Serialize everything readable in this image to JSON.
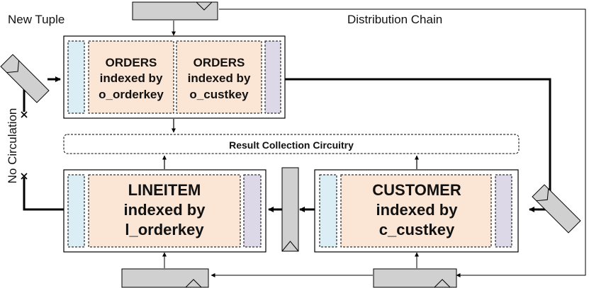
{
  "labels": {
    "new_tuple": "New Tuple",
    "distribution_chain": "Distribution Chain",
    "no_circulation": "No Circulation",
    "result_collection": "Result Collection Circuitry"
  },
  "top_unit": {
    "left_table": {
      "line1": "ORDERS",
      "line2": "indexed by",
      "line3": "o_orderkey"
    },
    "right_table": {
      "line1": "ORDERS",
      "line2": "indexed by",
      "line3": "o_custkey"
    }
  },
  "bottom_left_unit": {
    "line1": "LINEITEM",
    "line2": "indexed by",
    "line3": "l_orderkey"
  },
  "bottom_right_unit": {
    "line1": "CUSTOMER",
    "line2": "indexed by",
    "line3": "c_custkey"
  },
  "colors": {
    "table_fill": "#fbe6d6",
    "left_buffer_fill": "#dbeef5",
    "right_buffer_fill": "#ddd8e8",
    "register_fill": "#d0d0d0",
    "line": "#000000"
  }
}
